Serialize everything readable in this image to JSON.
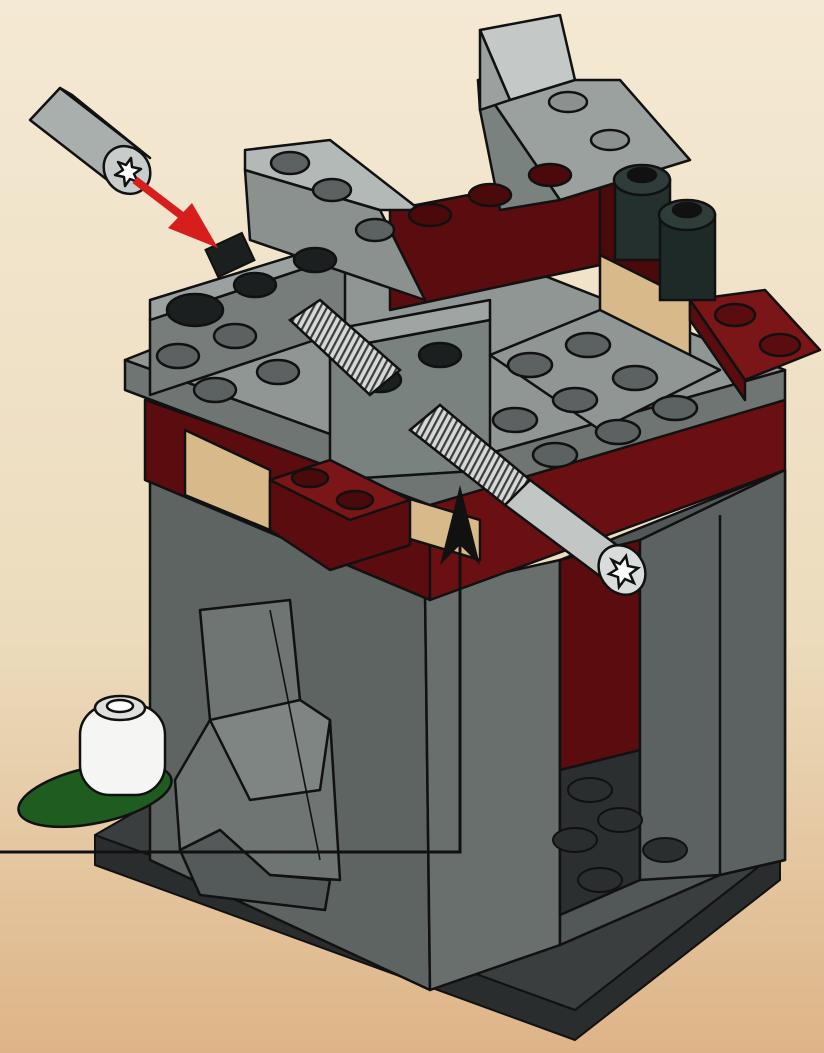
{
  "scene": {
    "subject": "lego-tower-instruction-step",
    "colors": {
      "parchment_top": "#f2e6cf",
      "parchment_bottom": "#e2b98b",
      "light_gray": "#c2c7c5",
      "mid_gray": "#8f9694",
      "dark_gray": "#5d6462",
      "darker_gray": "#485050",
      "dark_red": "#5a0c0e",
      "dark_red_light": "#7a1518",
      "tan": "#d8b98a",
      "black": "#1c1f1f",
      "green": "#1f5c1f",
      "white": "#f5f5f3",
      "arrow_red": "#d81d1d"
    },
    "callout": {
      "moving_part": "axle-connector",
      "arrow": "insertion-arrow"
    }
  }
}
